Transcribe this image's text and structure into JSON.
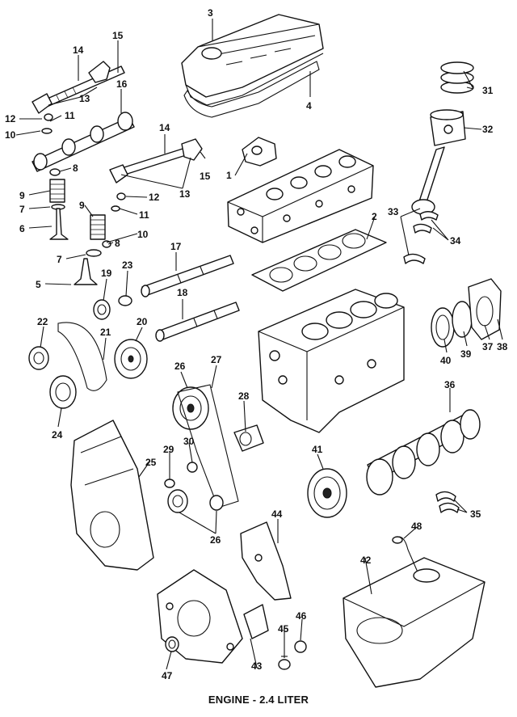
{
  "caption": "ENGINE - 2.4 LITER",
  "callouts": [
    "1",
    "2",
    "3",
    "4",
    "5",
    "6",
    "7",
    "7",
    "8",
    "8",
    "9",
    "9",
    "10",
    "10",
    "11",
    "11",
    "12",
    "12",
    "13",
    "13",
    "14",
    "14",
    "15",
    "15",
    "16",
    "17",
    "18",
    "19",
    "20",
    "21",
    "22",
    "23",
    "24",
    "25",
    "26",
    "26",
    "27",
    "28",
    "29",
    "30",
    "31",
    "32",
    "33",
    "34",
    "35",
    "36",
    "37",
    "38",
    "39",
    "40",
    "41",
    "42",
    "43",
    "44",
    "45",
    "46",
    "47",
    "48"
  ]
}
